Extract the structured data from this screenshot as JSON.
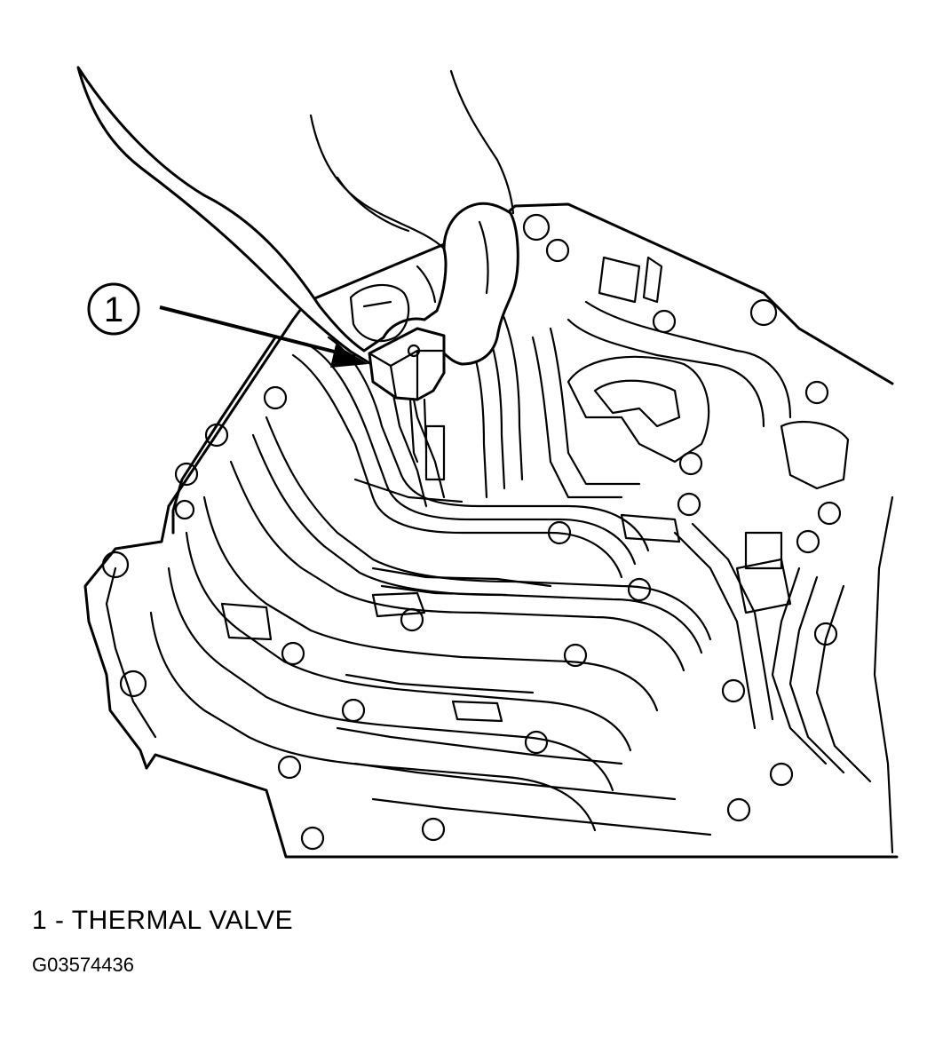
{
  "callout": {
    "number": "1"
  },
  "legend": {
    "item_1": "1 - THERMAL VALVE"
  },
  "figure_id": "G03574436",
  "colors": {
    "ink": "#000000",
    "paper": "#ffffff"
  },
  "icons": {
    "pointer": "arrow-icon"
  }
}
